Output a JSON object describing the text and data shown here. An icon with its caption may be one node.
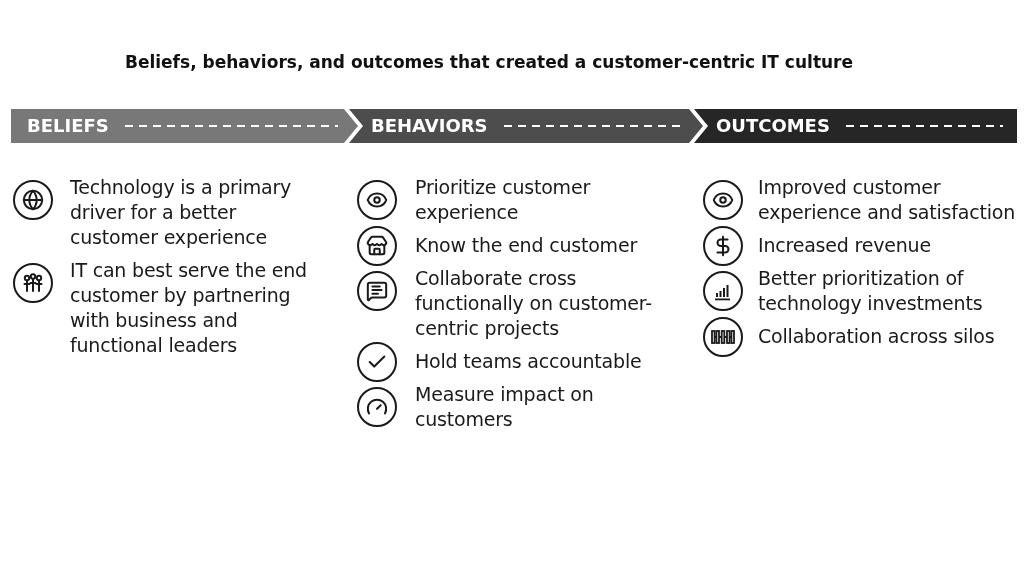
{
  "diagram": {
    "title": "Beliefs, behaviors, and outcomes that created a customer-centric IT culture",
    "nodes": [
      {
        "text": [
          "BELIEFS"
        ]
      },
      {
        "text": [
          "BEHAVIORS"
        ]
      },
      {
        "text": [
          "OUTCOMES"
        ]
      }
    ],
    "labels": [
      "Technology is a primary driver for a better customer experience",
      "IT can best serve the end customer by partnering with business and functional leaders",
      "Prioritize customer experience",
      "Know the end customer",
      "Collaborate cross functionally on customer-centric projects",
      "Hold teams accountable",
      "Measure impact on customers",
      "Improved customer experience and satisfaction",
      "Increased revenue",
      "Better prioritization of technology investments",
      "Collaboration across silos"
    ]
  }
}
